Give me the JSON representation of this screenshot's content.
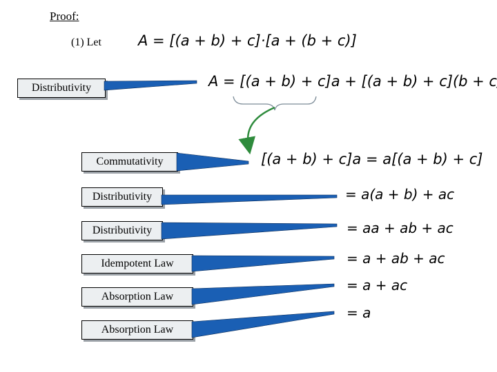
{
  "proof_label": "Proof:",
  "step1_label": "(1) Let",
  "equations": {
    "definition": "A = [(a + b) + c]·[a + (b + c)]",
    "distributed": "A = [(a + b) + c]a + [(a + b) + c](b + c)",
    "commuted": "[(a + b) + c]a = a[(a + b) + c]",
    "distributed_again": "= a(a + b) + ac",
    "expanded": "= aa + ab + ac",
    "idempotent": "= a + ab + ac",
    "absorbed": "= a + ac",
    "result": "= a"
  },
  "law_labels": [
    "Distributivity",
    "Commutativity",
    "Distributivity",
    "Distributivity",
    "Idempotent Law",
    "Absorption Law",
    "Absorption Law"
  ],
  "colors": {
    "connector_line": "#1a5fb4",
    "curve_arrow": "#2e8b3c",
    "brace": "#7a8a96",
    "box_fill": "#eceff1"
  }
}
